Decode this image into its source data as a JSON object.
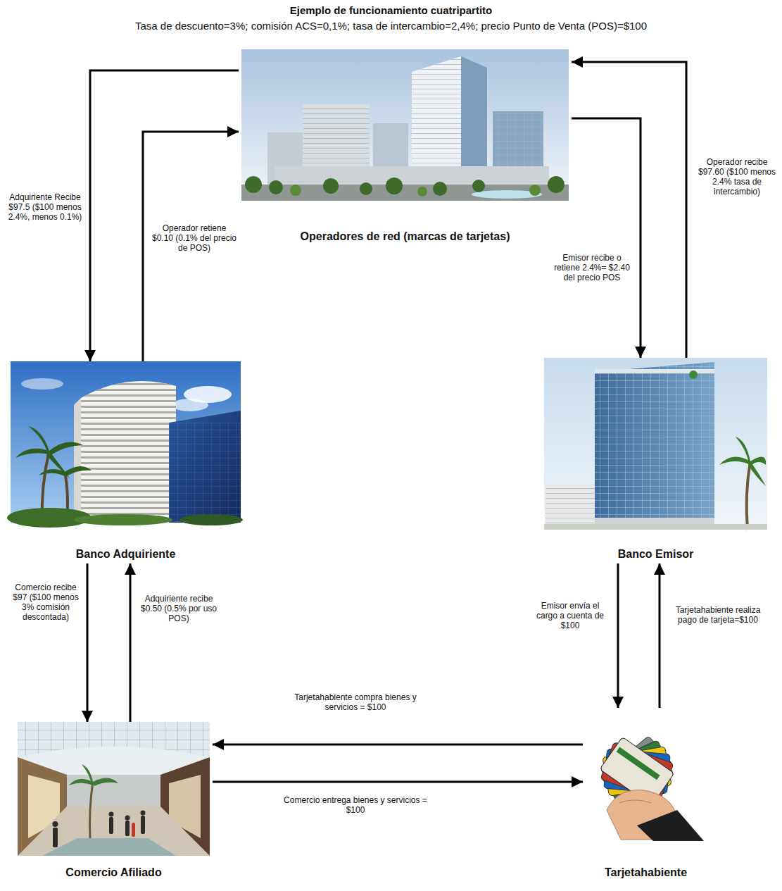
{
  "diagram": {
    "title": "Ejemplo de funcionamiento cuatripartito",
    "nodes": [
      {
        "text": [
          "Operadores de red (marcas de tarjetas)"
        ]
      },
      {
        "text": [
          "Banco Adquiriente"
        ]
      },
      {
        "text": [
          "Banco Emisor"
        ]
      },
      {
        "text": [
          "Comercio Afiliado"
        ]
      },
      {
        "text": [
          "Tarjetahabiente"
        ]
      }
    ],
    "edges": [
      {
        "from": 0,
        "to": 1,
        "arrow": "to",
        "label": "Adquiriente Recibe $97.5 ($100 menos 2.4%, menos 0.1%)"
      },
      {
        "from": 1,
        "to": 0,
        "arrow": "to",
        "label": "Operador retiene $0.10 (0.1% del precio de POS)"
      },
      {
        "from": 0,
        "to": 2,
        "arrow": "to",
        "label": "Emisor recibe o retiene 2.4%= $2.40 del precio POS"
      },
      {
        "from": 2,
        "to": 0,
        "arrow": "to",
        "label": "Operador recibe $97.60 ($100 menos 2.4% tasa de intercambio)"
      },
      {
        "from": 1,
        "to": 3,
        "arrow": "to",
        "label": "Comercio recibe $97 ($100 menos 3% comisión descontada)"
      },
      {
        "from": 3,
        "to": 1,
        "arrow": "to",
        "label": "Adquiriente recibe $0.50 (0.5% por uso POS)"
      },
      {
        "from": 2,
        "to": 4,
        "arrow": "to",
        "label": "Emisor envía el cargo a cuenta de $100"
      },
      {
        "from": 4,
        "to": 2,
        "arrow": "to",
        "label": "Tarjetahabiente realiza pago de tarjeta=$100"
      },
      {
        "from": 4,
        "to": 3,
        "arrow": "to",
        "label": "Tarjetahabiente compra bienes y servicios = $100"
      },
      {
        "from": 3,
        "to": 4,
        "arrow": "to",
        "label": "Comercio entrega bienes y servicios = $100"
      }
    ],
    "labels": [
      "Tasa de descuento=3%; comisión ACS=0,1%; tasa de intercambio=2,4%; precio Punto de Venta (POS)=$100"
    ]
  }
}
